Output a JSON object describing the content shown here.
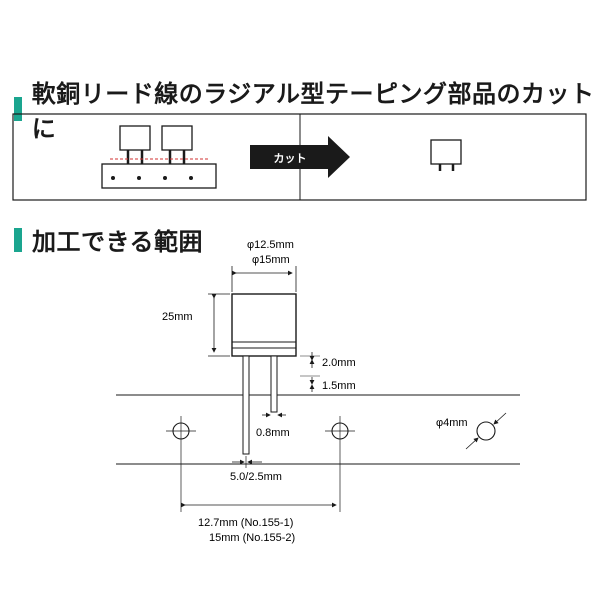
{
  "section1": {
    "title": "軟銅リード線のラジアル型テーピング部品のカットに"
  },
  "arrow": {
    "label": "カット"
  },
  "section2": {
    "title": "加工できる範囲"
  },
  "dims": {
    "diameter_a": "φ12.5mm",
    "diameter_b": "φ15mm",
    "height": "25mm",
    "gap_top": "2.0mm",
    "gap_bottom": "1.5mm",
    "lead_dia": "0.8mm",
    "hole": "φ4mm",
    "pitch": "5.0/2.5mm",
    "span_a": "12.7mm (No.155-1)",
    "span_b": "15mm (No.155-2)"
  },
  "colors": {
    "accent": "#1aa58f",
    "line": "#1a1a1a",
    "cutline": "#d03030"
  }
}
